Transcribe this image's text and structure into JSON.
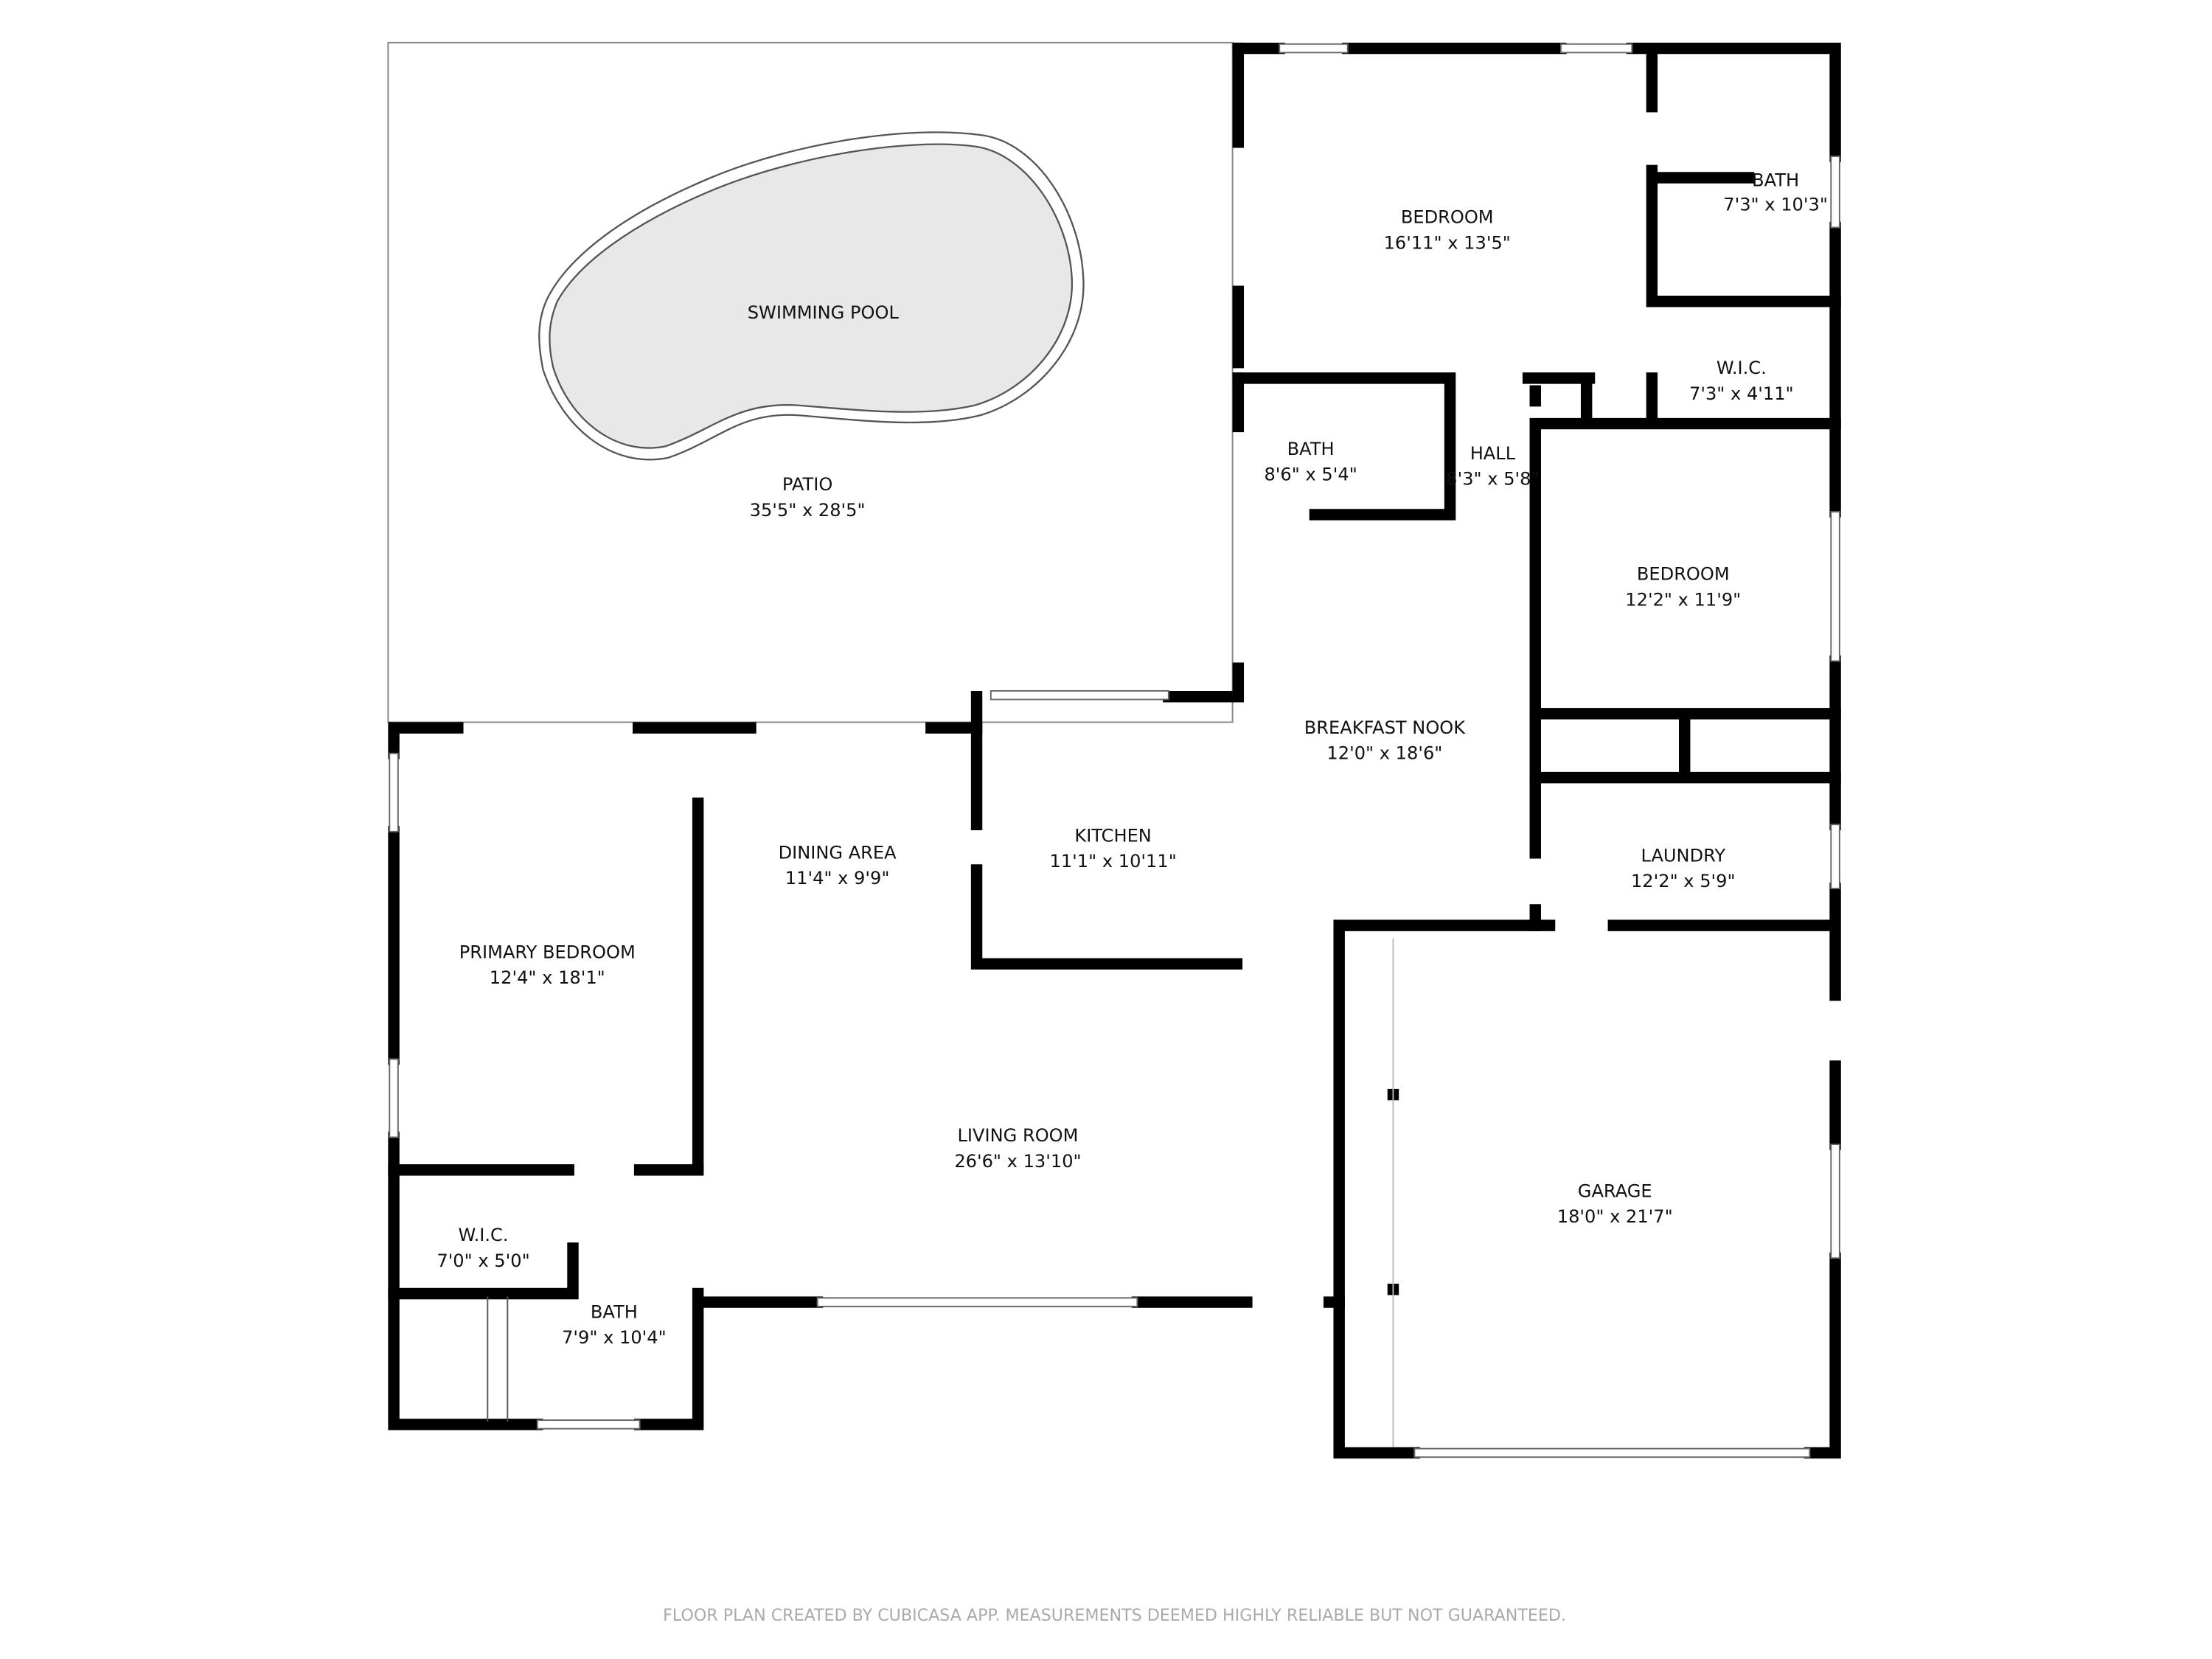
{
  "rooms": {
    "pool": {
      "name": "SWIMMING POOL"
    },
    "patio": {
      "name": "PATIO",
      "size": "35'5\" x 28'5\""
    },
    "bedroom1": {
      "name": "BEDROOM",
      "size": "16'11\" x 13'5\""
    },
    "bath1": {
      "name": "BATH",
      "size": "7'3\" x 10'3\""
    },
    "wic1": {
      "name": "W.I.C.",
      "size": "7'3\" x 4'11\""
    },
    "bath2": {
      "name": "BATH",
      "size": "8'6\" x 5'4\""
    },
    "hall": {
      "name": "HALL",
      "size": "8'3\" x 5'8\""
    },
    "bedroom2": {
      "name": "BEDROOM",
      "size": "12'2\" x 11'9\""
    },
    "nook": {
      "name": "BREAKFAST NOOK",
      "size": "12'0\" x 18'6\""
    },
    "kitchen": {
      "name": "KITCHEN",
      "size": "11'1\" x 10'11\""
    },
    "dining": {
      "name": "DINING AREA",
      "size": "11'4\" x 9'9\""
    },
    "laundry": {
      "name": "LAUNDRY",
      "size": "12'2\" x 5'9\""
    },
    "primary": {
      "name": "PRIMARY BEDROOM",
      "size": "12'4\" x 18'1\""
    },
    "living": {
      "name": "LIVING ROOM",
      "size": "26'6\" x 13'10\""
    },
    "garage": {
      "name": "GARAGE",
      "size": "18'0\" x 21'7\""
    },
    "wic2": {
      "name": "W.I.C.",
      "size": "7'0\" x 5'0\""
    },
    "bath3": {
      "name": "BATH",
      "size": "7'9\" x 10'4\""
    }
  },
  "footer": "FLOOR PLAN CREATED BY CUBICASA APP. MEASUREMENTS DEEMED HIGHLY RELIABLE BUT NOT GUARANTEED."
}
